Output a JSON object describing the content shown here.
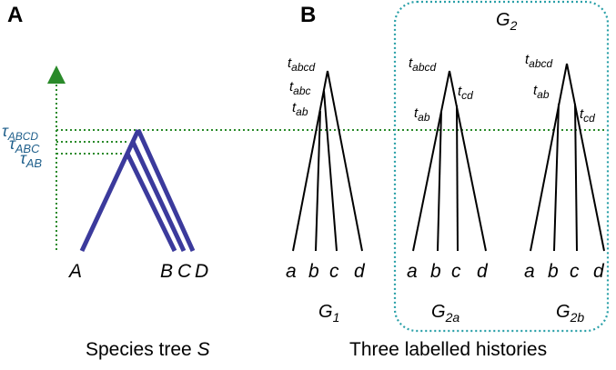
{
  "panels": {
    "a": "A",
    "b": "B"
  },
  "species_tree": {
    "tau_labels": [
      {
        "main": "τ",
        "sub": "ABCD"
      },
      {
        "main": "τ",
        "sub": "ABC"
      },
      {
        "main": "τ",
        "sub": "AB"
      }
    ],
    "leaves": [
      "A",
      "B",
      "C",
      "D"
    ],
    "caption": "Species tree ",
    "caption_var": "S"
  },
  "g2_box": {
    "main": "G",
    "sub": "2"
  },
  "gene_trees": [
    {
      "id": "G1",
      "label_main": "G",
      "label_sub": "1",
      "leaves": [
        "a",
        "b",
        "c",
        "d"
      ],
      "time_labels": [
        {
          "main": "t",
          "sub": "abcd"
        },
        {
          "main": "t",
          "sub": "abc"
        },
        {
          "main": "t",
          "sub": "ab"
        }
      ]
    },
    {
      "id": "G2a",
      "label_main": "G",
      "label_sub": "2a",
      "leaves": [
        "a",
        "b",
        "c",
        "d"
      ],
      "time_labels": [
        {
          "main": "t",
          "sub": "abcd"
        },
        {
          "main": "t",
          "sub": "ab"
        },
        {
          "main": "t",
          "sub": "cd"
        }
      ]
    },
    {
      "id": "G2b",
      "label_main": "G",
      "label_sub": "2b",
      "leaves": [
        "a",
        "b",
        "c",
        "d"
      ],
      "time_labels": [
        {
          "main": "t",
          "sub": "abcd"
        },
        {
          "main": "t",
          "sub": "ab"
        },
        {
          "main": "t",
          "sub": "cd"
        }
      ]
    }
  ],
  "histories_caption": "Three labelled histories",
  "colors": {
    "species_edges": "#3b3a9c",
    "tau_text": "#1f5f8b",
    "axis_and_guides": "#2a8a2a",
    "g2_box": "#2aa0a8"
  }
}
